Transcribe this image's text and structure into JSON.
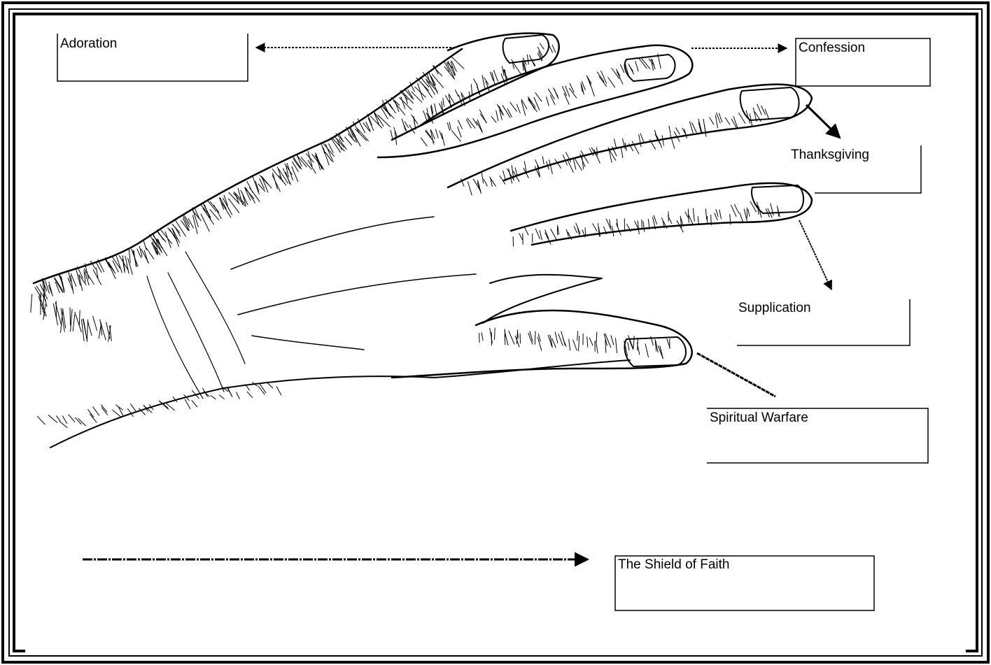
{
  "labels": {
    "adoration": "Adoration",
    "confession": "Confession",
    "thanksgiving": "Thanksgiving",
    "supplication": "Supplication",
    "spiritual_warfare": "Spiritual Warfare",
    "shield_of_faith": "The Shield of  Faith"
  },
  "colors": {
    "ink": "#000000",
    "paper": "#ffffff"
  }
}
